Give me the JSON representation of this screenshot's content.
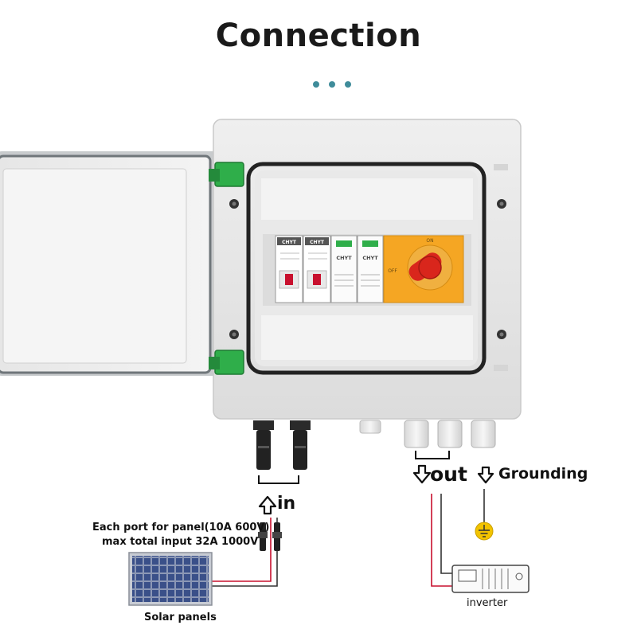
{
  "title": "Connection",
  "labels": {
    "in": "in",
    "out": "out",
    "grounding": "Grounding",
    "port_note_1": "Each port for panel(10A 600V)",
    "port_note_2": "max total input 32A 1000V",
    "solar_panels": "Solar panels",
    "inverter": "inverter"
  },
  "device_markings": {
    "brand": "CHYT",
    "switch_on": "ON",
    "switch_off": "OFF"
  },
  "colors": {
    "accent_dots": "#3f8c9a",
    "enclosure": "#e4e4e4",
    "hinge": "#2fae4a",
    "switch_plate": "#f5a623",
    "switch_knob": "#d9261c",
    "positive_wire": "#c8102e",
    "negative_wire": "#333333",
    "ground_symbol": "#f2c300"
  },
  "icons": [
    "arrow-up-icon",
    "arrow-down-icon",
    "ground-icon",
    "pv-connector-icon",
    "solar-panel-icon",
    "inverter-icon"
  ]
}
